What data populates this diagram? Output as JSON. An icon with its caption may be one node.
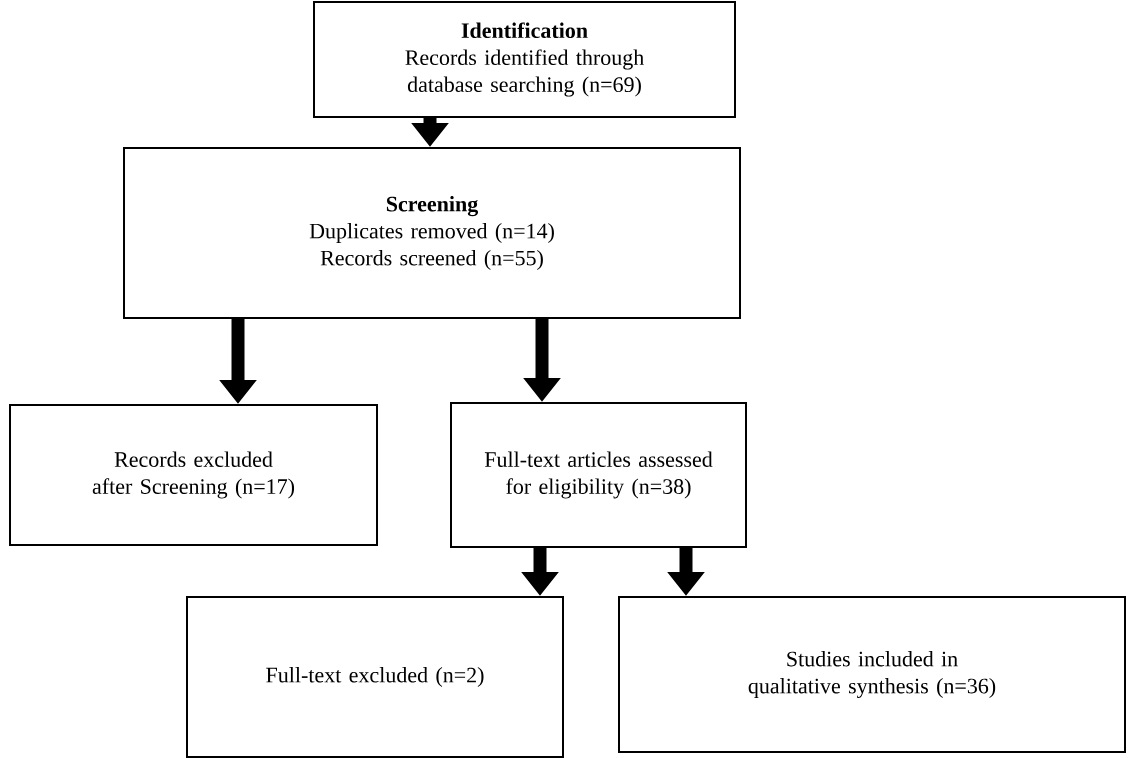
{
  "diagram": {
    "nodes": [
      {
        "text": [
          "Identification",
          "Records identified through database searching (n=69)"
        ]
      },
      {
        "text": [
          "Screening",
          "Duplicates removed (n=14)",
          "Records screened (n=55)"
        ]
      },
      {
        "text": [
          "Records excluded after Screening (n=17)"
        ]
      },
      {
        "text": [
          "Full-text articles assessed for eligibility (n=38)"
        ]
      },
      {
        "text": [
          "Full-text excluded (n=2)"
        ]
      },
      {
        "text": [
          "Studies included in qualitative synthesis (n=36)"
        ]
      }
    ],
    "edges": [
      {
        "from": 0,
        "to": 1,
        "arrow": "to"
      },
      {
        "from": 1,
        "to": 2,
        "arrow": "to"
      },
      {
        "from": 1,
        "to": 3,
        "arrow": "to"
      },
      {
        "from": 3,
        "to": 4,
        "arrow": "to"
      },
      {
        "from": 3,
        "to": 5,
        "arrow": "to"
      }
    ]
  }
}
